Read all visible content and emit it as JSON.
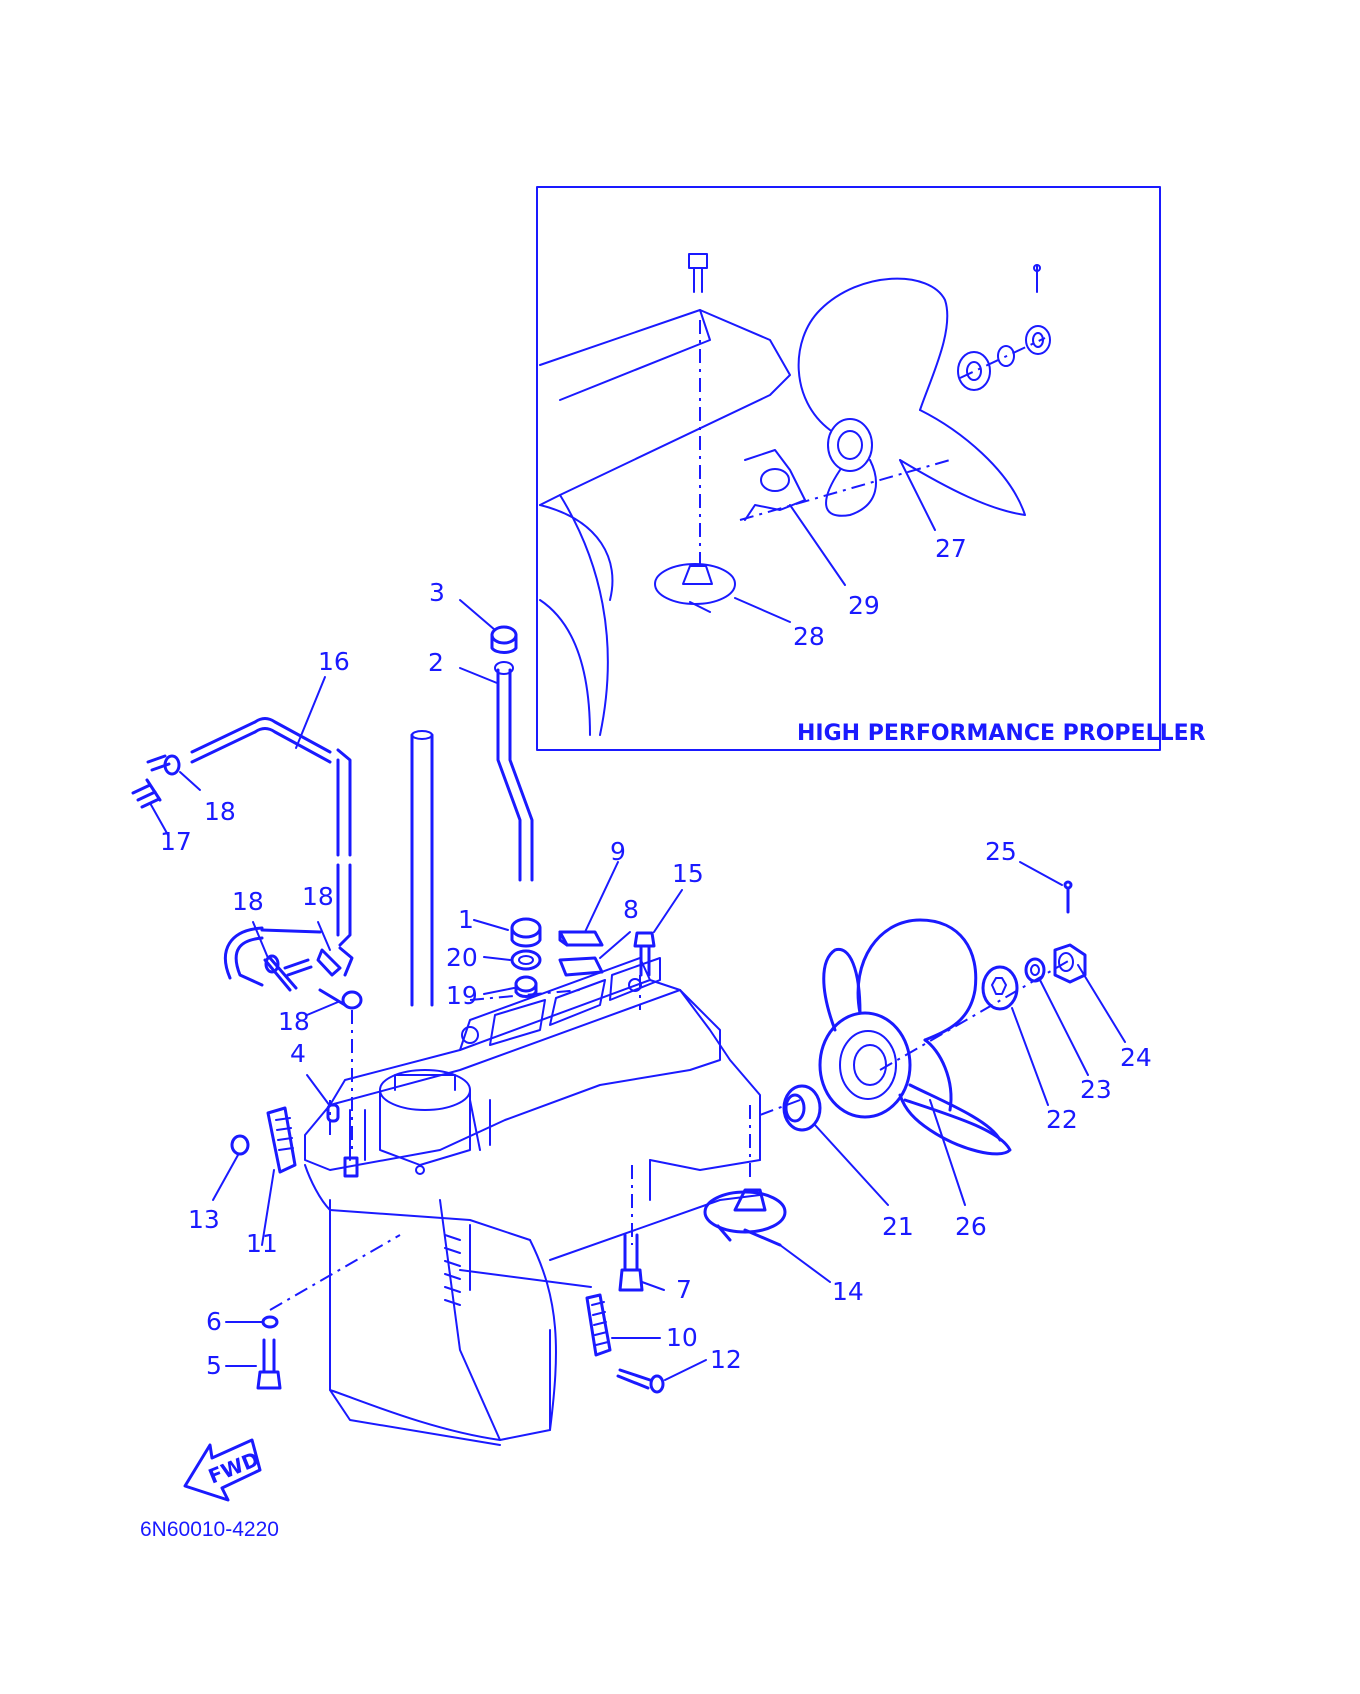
{
  "inset": {
    "caption": "HIGH PERFORMANCE PROPELLER"
  },
  "fwd_label": "FWD",
  "diagram_code": "6N60010-4220",
  "callouts": {
    "c1": "1",
    "c2": "2",
    "c3": "3",
    "c4": "4",
    "c5": "5",
    "c6": "6",
    "c7": "7",
    "c8": "8",
    "c9": "9",
    "c10": "10",
    "c11": "11",
    "c12": "12",
    "c13": "13",
    "c14": "14",
    "c15": "15",
    "c16": "16",
    "c17": "17",
    "c18a": "18",
    "c18b": "18",
    "c18c": "18",
    "c18d": "18",
    "c19": "19",
    "c20": "20",
    "c21": "21",
    "c22": "22",
    "c23": "23",
    "c24": "24",
    "c25": "25",
    "c26": "26",
    "c27": "27",
    "c28": "28",
    "c29": "29"
  },
  "colors": {
    "ink": "#1a1aff",
    "paper": "#ffffff"
  }
}
